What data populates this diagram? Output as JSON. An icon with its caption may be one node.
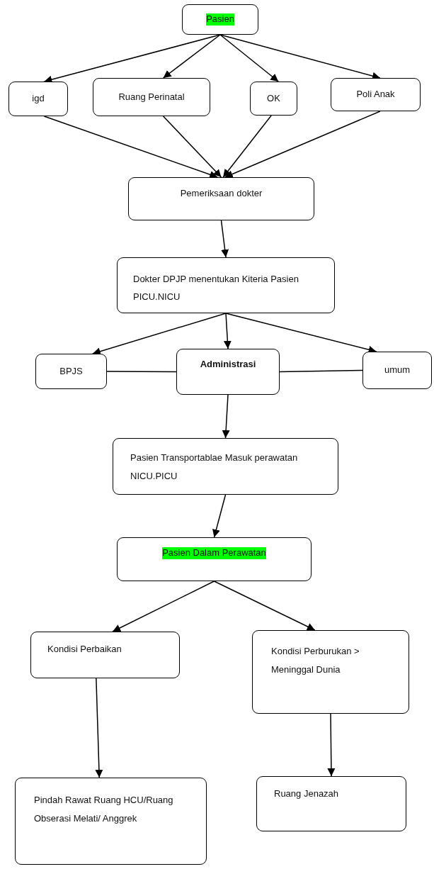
{
  "diagram": {
    "nodes": [
      {
        "text": [
          "Pasien"
        ]
      },
      {
        "text": [
          "igd"
        ]
      },
      {
        "text": [
          "Ruang Perinatal"
        ]
      },
      {
        "text": [
          "OK"
        ]
      },
      {
        "text": [
          "Poli Anak"
        ]
      },
      {
        "text": [
          "Pemeriksaan dokter"
        ]
      },
      {
        "text": [
          "Dokter DPJP menentukan Kiteria Pasien PICU.NICU"
        ]
      },
      {
        "text": [
          "BPJS"
        ]
      },
      {
        "text": [
          "Administrasi"
        ]
      },
      {
        "text": [
          "umum"
        ]
      },
      {
        "text": [
          "Pasien Transportablae Masuk perawatan NICU.PICU"
        ]
      },
      {
        "text": [
          "Pasien Dalam Perawatan"
        ]
      },
      {
        "text": [
          "Kondisi Perbaikan"
        ]
      },
      {
        "text": [
          "Kondisi Perburukan > Meninggal Dunia"
        ]
      },
      {
        "text": [
          "Pindah Rawat Ruang HCU/Ruang Obserasi Melati/ Anggrek"
        ]
      },
      {
        "text": [
          "Ruang Jenazah"
        ]
      }
    ],
    "edges": [
      {
        "from": 0,
        "to": 1,
        "arrow": "to"
      },
      {
        "from": 0,
        "to": 2,
        "arrow": "to"
      },
      {
        "from": 0,
        "to": 3,
        "arrow": "to"
      },
      {
        "from": 0,
        "to": 4,
        "arrow": "to"
      },
      {
        "from": 1,
        "to": 5,
        "arrow": "to"
      },
      {
        "from": 2,
        "to": 5,
        "arrow": "to"
      },
      {
        "from": 3,
        "to": 5,
        "arrow": "to"
      },
      {
        "from": 4,
        "to": 5,
        "arrow": "to"
      },
      {
        "from": 5,
        "to": 6,
        "arrow": "to"
      },
      {
        "from": 6,
        "to": 7,
        "arrow": "to"
      },
      {
        "from": 6,
        "to": 8,
        "arrow": "to"
      },
      {
        "from": 6,
        "to": 9,
        "arrow": "to"
      },
      {
        "from": 7,
        "to": 8,
        "arrow": "none"
      },
      {
        "from": 8,
        "to": 9,
        "arrow": "none"
      },
      {
        "from": 8,
        "to": 10,
        "arrow": "to"
      },
      {
        "from": 10,
        "to": 11,
        "arrow": "to"
      },
      {
        "from": 11,
        "to": 12,
        "arrow": "to"
      },
      {
        "from": 11,
        "to": 13,
        "arrow": "to"
      },
      {
        "from": 12,
        "to": 14,
        "arrow": "to"
      },
      {
        "from": 13,
        "to": 15,
        "arrow": "to"
      }
    ]
  }
}
